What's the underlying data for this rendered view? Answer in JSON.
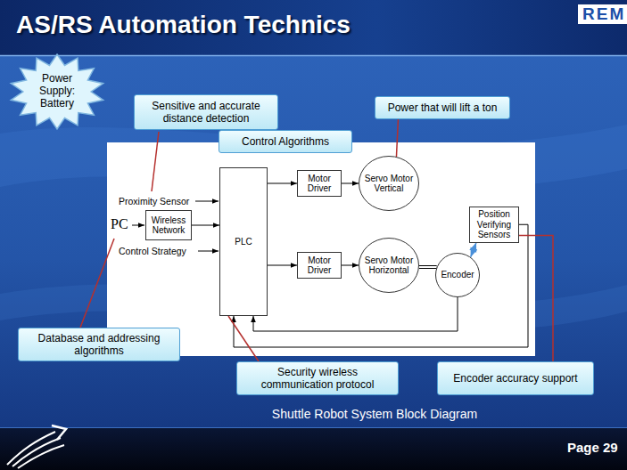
{
  "diagram": {
    "title": "AS/RS Automation Technics",
    "caption": "Shuttle Robot System Block Diagram",
    "nodes": [
      {
        "text": [
          "Power Supply: Battery"
        ]
      },
      {
        "text": [
          "Sensitive and accurate distance detection"
        ]
      },
      {
        "text": [
          "Power that will lift a ton"
        ]
      },
      {
        "text": [
          "Control Algorithms"
        ]
      },
      {
        "text": [
          "Wireless Network"
        ]
      },
      {
        "text": [
          "PLC"
        ]
      },
      {
        "text": [
          "Motor Driver"
        ]
      },
      {
        "text": [
          "Servo Motor Vertical"
        ]
      },
      {
        "text": [
          "Position Verifying Sensors"
        ]
      },
      {
        "text": [
          "Motor Driver"
        ]
      },
      {
        "text": [
          "Servo Motor Horizontal"
        ]
      },
      {
        "text": [
          "Encoder"
        ]
      },
      {
        "text": [
          "Database and addressing algorithms"
        ]
      },
      {
        "text": [
          "Security wireless communication protocol"
        ]
      },
      {
        "text": [
          "Encoder accuracy support"
        ]
      }
    ],
    "edges": [
      {
        "from": 4,
        "to": 5,
        "arrow": "to"
      },
      {
        "from": 5,
        "to": 6,
        "arrow": "to"
      },
      {
        "from": 6,
        "to": 7,
        "arrow": "to"
      },
      {
        "from": 5,
        "to": 9,
        "arrow": "to"
      },
      {
        "from": 9,
        "to": 10,
        "arrow": "to"
      },
      {
        "from": 10,
        "to": 11,
        "arrow": "none"
      },
      {
        "from": 11,
        "to": 8,
        "arrow": "both"
      },
      {
        "from": 11,
        "to": 5,
        "arrow": "to"
      },
      {
        "from": 8,
        "to": 5,
        "arrow": "to"
      },
      {
        "from": 2,
        "to": 7,
        "arrow": "none"
      },
      {
        "from": 13,
        "to": 5,
        "arrow": "none"
      },
      {
        "from": 14,
        "to": 8,
        "arrow": "none"
      }
    ],
    "labels": [
      "REM",
      "Proximity Sensor",
      "PC",
      "Control Strategy",
      "Page 29"
    ]
  }
}
